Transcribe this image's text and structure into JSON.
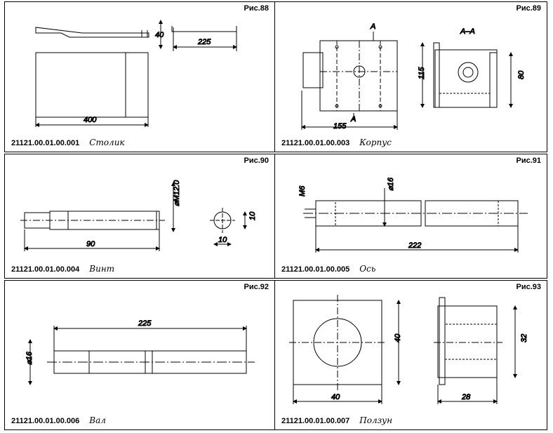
{
  "panels": [
    {
      "figure": "Рис.88",
      "code": "21121.00.01.00.001",
      "name": "Столик",
      "dims": {
        "d1": "40",
        "d2": "225",
        "d3": "400"
      }
    },
    {
      "figure": "Рис.89",
      "code": "21121.00.01.00.003",
      "name": "Корпус",
      "dims": {
        "section": "А–А",
        "mark_top": "А",
        "mark_bottom": "А",
        "d1": "115",
        "d2": "155",
        "d3": "80"
      }
    },
    {
      "figure": "Рис.90",
      "code": "21121.00.01.00.004",
      "name": "Винт",
      "dims": {
        "d1": "⌀M12.0",
        "d2": "90",
        "d3": "10",
        "d4": "10"
      }
    },
    {
      "figure": "Рис.91",
      "code": "21121.00.01.00.005",
      "name": "Ось",
      "dims": {
        "d1": "M6",
        "d2": "⌀16",
        "d3": "222"
      }
    },
    {
      "figure": "Рис.92",
      "code": "21121.00.01.00.006",
      "name": "Вал",
      "dims": {
        "d1": "225",
        "d2": "⌀16"
      }
    },
    {
      "figure": "Рис.93",
      "code": "21121.00.01.00.007",
      "name": "Ползун",
      "dims": {
        "d1": "40",
        "d2": "40",
        "d3": "32",
        "d4": "28"
      }
    }
  ]
}
